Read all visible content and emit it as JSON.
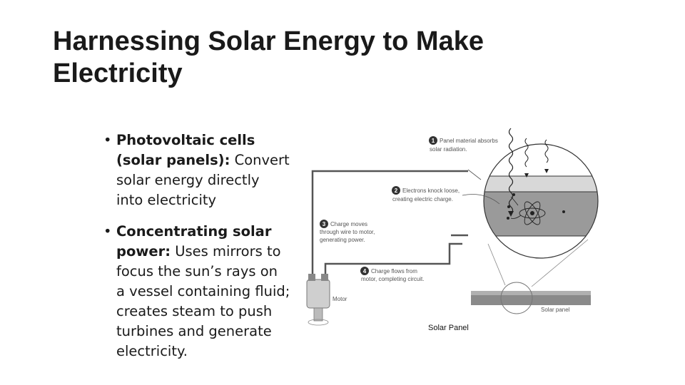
{
  "slide": {
    "title": "Harnessing Solar Energy to Make Electricity",
    "bullets": [
      {
        "bold": "Photovoltaic cells (solar panels):",
        "text": " Convert solar energy directly into electricity"
      },
      {
        "bold": "Concentrating solar power:",
        "text": " Uses mirrors to focus the sun’s rays on a vessel containing fluid; creates steam to push turbines and generate electricity."
      }
    ],
    "bullet_marker": "•",
    "caption": "Solar Panel"
  },
  "diagram": {
    "steps": [
      {
        "num": "1",
        "line1": "Panel material absorbs",
        "line2": "solar radiation."
      },
      {
        "num": "2",
        "line1": "Electrons knock loose,",
        "line2": "creating electric charge."
      },
      {
        "num": "3",
        "line1": "Charge moves",
        "line2": "through wire to motor,",
        "line3": "generating power."
      },
      {
        "num": "4",
        "line1": "Charge flows from",
        "line2": "motor, completing circuit."
      }
    ],
    "motor_label": "Motor",
    "panel_label": "Solar panel"
  }
}
